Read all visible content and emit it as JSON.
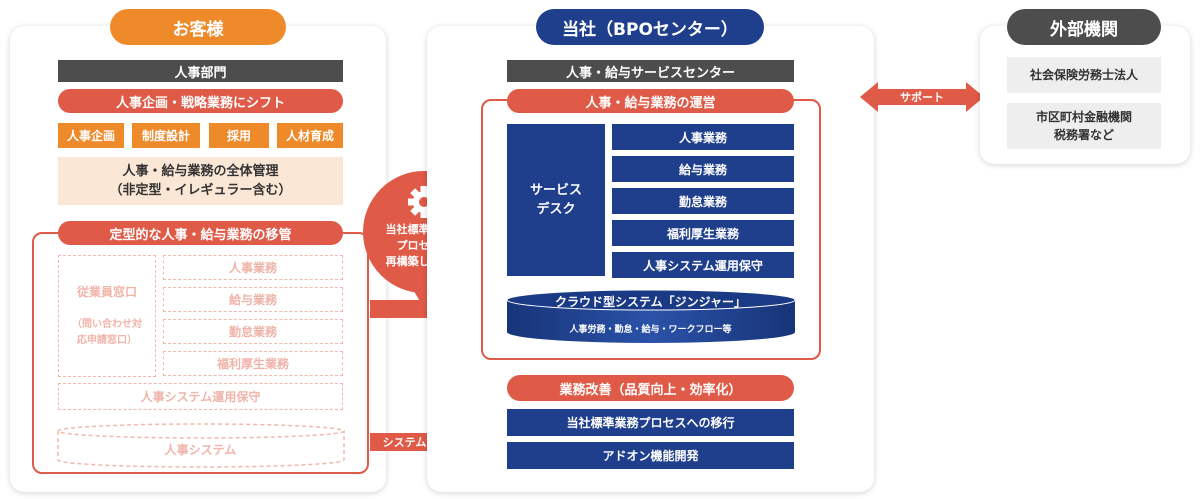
{
  "customer": {
    "title": "お客様",
    "dept": "人事部門",
    "shift": "人事企画・戦略業務にシフト",
    "chips": [
      "人事企画",
      "制度設計",
      "採用",
      "人材育成"
    ],
    "mgmt_line1": "人事・給与業務の全体管理",
    "mgmt_line2": "（非定型・イレギュラー含む）",
    "transfer": {
      "title": "定型的な人事・給与業務の移管",
      "window_title": "従業員窓口",
      "window_sub1": "（問い合わせ対",
      "window_sub2": "応申請窓口）",
      "tasks": [
        "人事業務",
        "給与業務",
        "勤怠業務",
        "福利厚生業務"
      ],
      "system_ops": "人事システム運用保守",
      "system": "人事システム"
    }
  },
  "flow": {
    "bubble_line1": "当社標準の業務",
    "bubble_line2": "プロセスへ",
    "bubble_line3": "再構築して移行",
    "bubble_icon": "gear-icon",
    "system_arrow": "システムを移行"
  },
  "center": {
    "title": "当社（BPOセンター）",
    "header": "人事・給与サービスセンター",
    "ops": {
      "title": "人事・給与業務の運営",
      "desk_line1": "サービス",
      "desk_line2": "デスク",
      "tasks": [
        "人事業務",
        "給与業務",
        "勤怠業務",
        "福利厚生業務",
        "人事システム運用保守"
      ],
      "cloud_title": "クラウド型システム「ジンジャー」",
      "cloud_sub": "人事労務・勤怠・給与・ワークフロー等"
    },
    "improve": {
      "title": "業務改善（品質向上・効率化）",
      "items": [
        "当社標準業務プロセスへの移行",
        "アドオン機能開発"
      ]
    }
  },
  "support_label": "サポート",
  "external": {
    "title": "外部機関",
    "item1": "社会保険労務士法人",
    "item2_line1": "市区町村金融機関",
    "item2_line2": "税務署など"
  },
  "colors": {
    "orange": "#ef8a2b",
    "red": "#e05a48",
    "navy": "#1f3f8d",
    "dark": "#4d4d4d",
    "peach": "#fbe7d6"
  }
}
